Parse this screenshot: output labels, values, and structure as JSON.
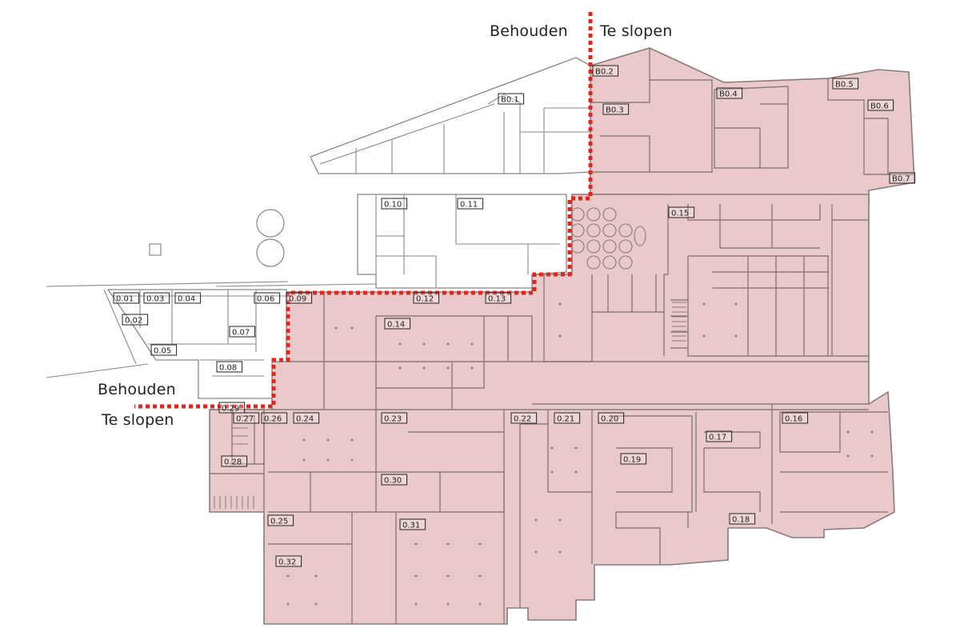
{
  "labels": {
    "behouden_top": "Behouden",
    "te_slopen_top": "Te slopen",
    "behouden_bottom": "Behouden",
    "te_slopen_bottom": "Te slopen"
  },
  "colors": {
    "demolish_fill": "#e9c9c9",
    "demolish_alt": "#ddb6b6",
    "wall": "#8a7a7a",
    "keep_wall": "#888888",
    "boundary": "#e2261c"
  },
  "rooms": [
    {
      "id": "r-b01",
      "text": "B0.1"
    },
    {
      "id": "r-b02",
      "text": "B0.2"
    },
    {
      "id": "r-b03",
      "text": "B0.3"
    },
    {
      "id": "r-b04",
      "text": "B0.4"
    },
    {
      "id": "r-b05",
      "text": "B0.5"
    },
    {
      "id": "r-b06",
      "text": "B0.6"
    },
    {
      "id": "r-b07",
      "text": "B0.7"
    },
    {
      "id": "r-010",
      "text": "0.10"
    },
    {
      "id": "r-011",
      "text": "0.11"
    },
    {
      "id": "r-015",
      "text": "0.15"
    },
    {
      "id": "r-001",
      "text": "0.01"
    },
    {
      "id": "r-002",
      "text": "0.02"
    },
    {
      "id": "r-003",
      "text": "0.03"
    },
    {
      "id": "r-004",
      "text": "0.04"
    },
    {
      "id": "r-005",
      "text": "0.05"
    },
    {
      "id": "r-006",
      "text": "0.06"
    },
    {
      "id": "r-007",
      "text": "0.07"
    },
    {
      "id": "r-008",
      "text": "0.08"
    },
    {
      "id": "r-009",
      "text": "0.09"
    },
    {
      "id": "r-012",
      "text": "0.12"
    },
    {
      "id": "r-013",
      "text": "0.13"
    },
    {
      "id": "r-014",
      "text": "0.14"
    },
    {
      "id": "r-016",
      "text": "0.16"
    },
    {
      "id": "r-017",
      "text": "0.17"
    },
    {
      "id": "r-018",
      "text": "0.18"
    },
    {
      "id": "r-019",
      "text": "0.19"
    },
    {
      "id": "r-020",
      "text": "0.20"
    },
    {
      "id": "r-021",
      "text": "0.21"
    },
    {
      "id": "r-022",
      "text": "0.22"
    },
    {
      "id": "r-023",
      "text": "0.23"
    },
    {
      "id": "r-024",
      "text": "0.24"
    },
    {
      "id": "r-025",
      "text": "0.25"
    },
    {
      "id": "r-026",
      "text": "0.26"
    },
    {
      "id": "r-027",
      "text": "0.27"
    },
    {
      "id": "r-028",
      "text": "0.28"
    },
    {
      "id": "r-029",
      "text": "0.29"
    },
    {
      "id": "r-030",
      "text": "0.30"
    },
    {
      "id": "r-031",
      "text": "0.31"
    },
    {
      "id": "r-032",
      "text": "0.32"
    }
  ]
}
